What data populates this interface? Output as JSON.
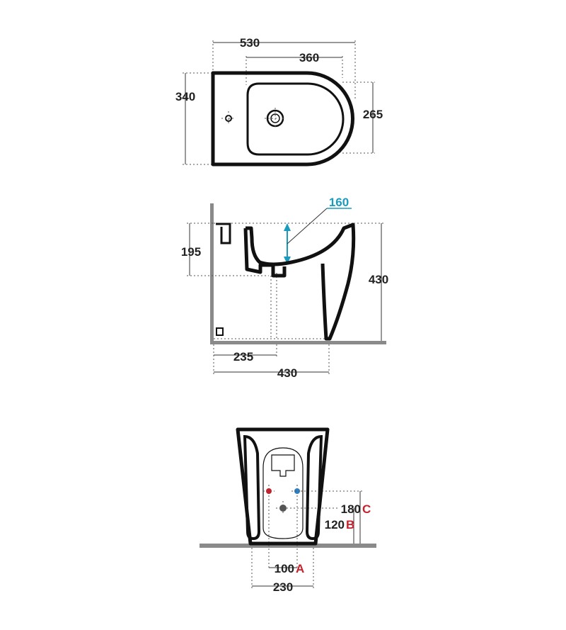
{
  "colors": {
    "ink": "#111111",
    "dimension_text": "#222222",
    "accent_blue": "#1a9bbd",
    "accent_red": "#c8202c",
    "floor_grey": "#8a8a8a",
    "hot_inlet": "#c8202c",
    "cold_inlet": "#2f7fc1"
  },
  "top_view": {
    "overall_length": "530",
    "bowl_length": "360",
    "overall_width": "340",
    "bowl_width": "265"
  },
  "side_view": {
    "bowl_depth": "160",
    "rim_to_outlet": "195",
    "height": "430",
    "wall_to_outlet": "235",
    "projection": "430"
  },
  "back_view": {
    "height_c_value": "180",
    "height_c_letter": "C",
    "height_b_value": "120",
    "height_b_letter": "B",
    "spacing_a_value": "100",
    "spacing_a_letter": "A",
    "base_width": "230"
  }
}
